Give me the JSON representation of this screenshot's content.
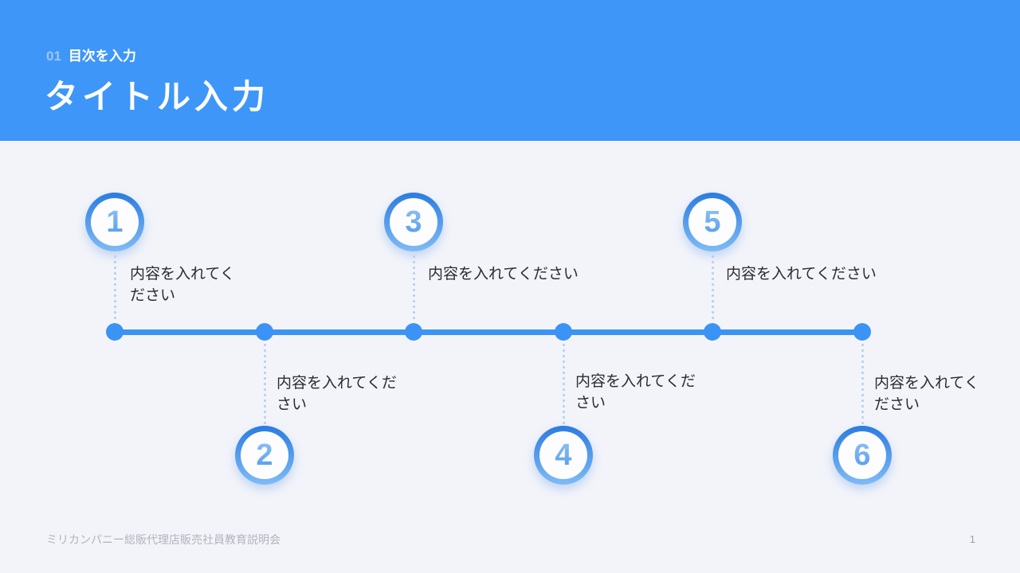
{
  "header": {
    "kicker_number": "01",
    "kicker_label": "目次を入力",
    "title": "タイトル入力"
  },
  "timeline": {
    "items": [
      {
        "number": "1",
        "label": "内容を入れてください",
        "position": "above"
      },
      {
        "number": "2",
        "label": "内容を入れてください",
        "position": "below"
      },
      {
        "number": "3",
        "label": "内容を入れてください",
        "position": "above"
      },
      {
        "number": "4",
        "label": "内容を入れてください",
        "position": "below"
      },
      {
        "number": "5",
        "label": "内容を入れてください",
        "position": "above"
      },
      {
        "number": "6",
        "label": "内容を入れてください",
        "position": "below"
      }
    ]
  },
  "footer": {
    "company_text": "ミリカンパニー総販代理店販売社員教育説明会",
    "page_number": "1"
  },
  "theme": {
    "header_bg": "#3e96f8",
    "kicker_number_color": "#9cc6f8",
    "body_bg": "#f3f4fa",
    "timeline_color": "#3b93f6",
    "ring_top": "#2b7ce0",
    "ring_bottom": "#7fbbf5",
    "number_top": "#8ec2f6",
    "number_bottom": "#539be9",
    "connector_color": "#b5d2f0",
    "label_color": "#2b2b33",
    "footer_color": "#b2b3bf",
    "page_number_color": "#9d9ea8"
  }
}
